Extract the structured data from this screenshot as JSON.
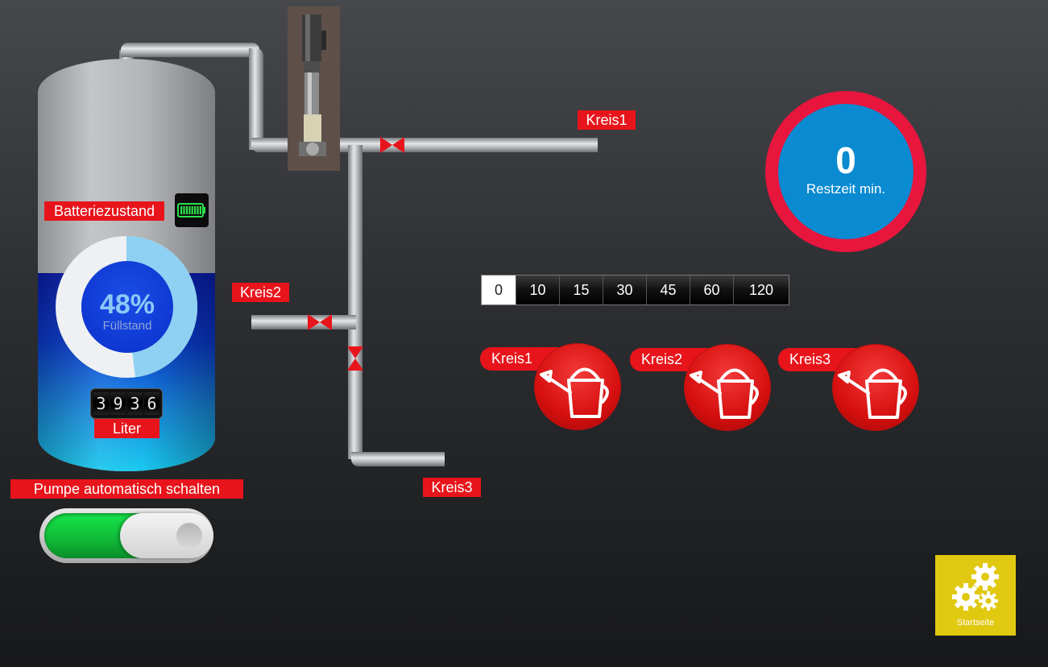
{
  "tank": {
    "battery_label": "Batteriezustand",
    "battery_level": 1.0,
    "fill_percent_text": "48%",
    "fill_fraction": 0.48,
    "fill_caption": "Füllstand",
    "counter_digits": [
      "3",
      "9",
      "3",
      "6"
    ],
    "unit_label": "Liter",
    "colors": {
      "gauge_fill": "#8fd1f2",
      "gauge_empty": "#eef0f3",
      "water_top": "#0a1fb0",
      "water_bottom": "#18c9ee"
    }
  },
  "pipes": {
    "kreis1_label": "Kreis1",
    "kreis2_label": "Kreis2",
    "kreis3_label": "Kreis3",
    "valve_color": "#e8141b"
  },
  "pump_toggle": {
    "label": "Pumpe automatisch schalten",
    "state": "on"
  },
  "timer": {
    "value": "0",
    "caption": "Restzeit min.",
    "ring_color": "#e8153d",
    "fill_color": "#0a8ad0"
  },
  "duration_selector": {
    "options": [
      "0",
      "10",
      "15",
      "30",
      "45",
      "60",
      "120"
    ],
    "selected": "0"
  },
  "circuits": [
    {
      "label": "Kreis1",
      "icon": "watering-can-icon"
    },
    {
      "label": "Kreis2",
      "icon": "watering-can-icon"
    },
    {
      "label": "Kreis3",
      "icon": "watering-can-icon"
    }
  ],
  "settings": {
    "label": "Startseite",
    "icon": "gears-icon",
    "color": "#e0c910"
  }
}
